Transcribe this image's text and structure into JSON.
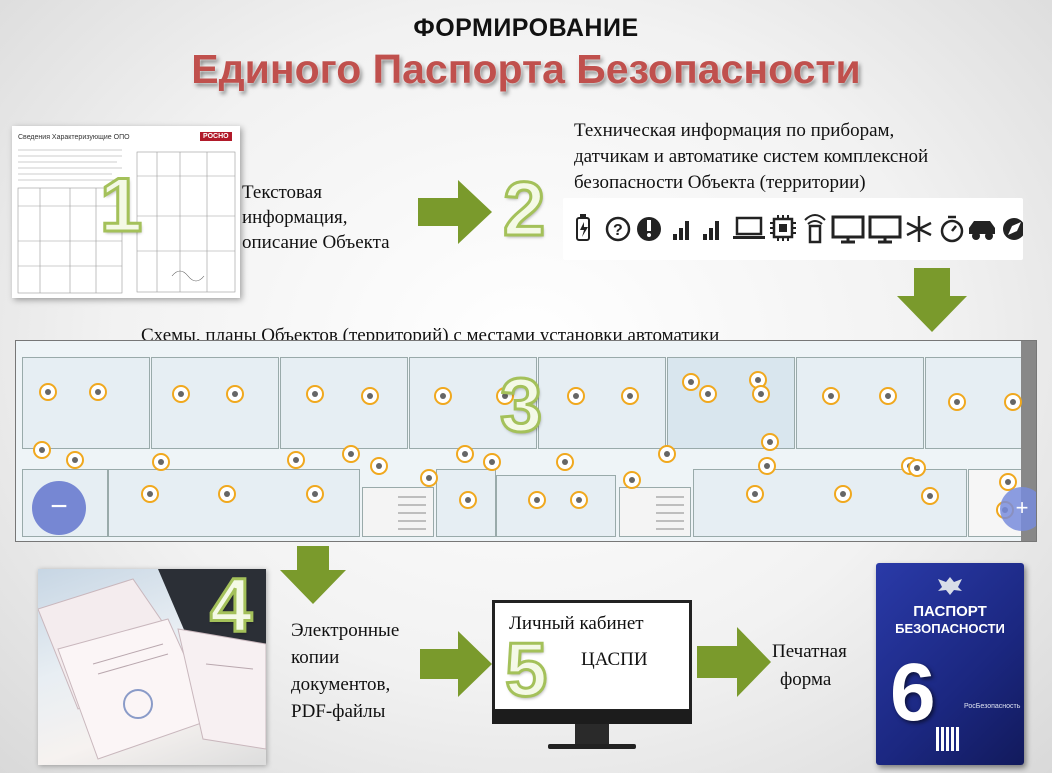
{
  "header": {
    "title_small": "ФОРМИРОВАНИЕ",
    "title_large": "Единого Паспорта Безопасности"
  },
  "steps": {
    "s1": {
      "number": "1",
      "text_line1": "Текстовая",
      "text_line2": "информация,",
      "text_line3": "описание Объекта"
    },
    "s2": {
      "number": "2",
      "text_line1": "Техническая информация по приборам,",
      "text_line2": "датчикам и автоматике систем комплексной",
      "text_line3": "безопасности Объекта (территории)"
    },
    "s3": {
      "number": "3",
      "text": "Схемы, планы Объектов (территорий) с местами установки автоматики"
    },
    "s4": {
      "number": "4",
      "text_line1": "Электронные",
      "text_line2": "копии",
      "text_line3": "документов,",
      "text_line4": "PDF-файлы"
    },
    "s5": {
      "number": "5",
      "text_line1": "Личный кабинет",
      "text_line2": "ЦАСПИ"
    },
    "s6": {
      "number": "6",
      "text_line1": "Печатная",
      "text_line2": "форма"
    }
  },
  "doc_thumb": {
    "heading": "Сведения Характеризующие ОПО",
    "logo": "РОСНО"
  },
  "book": {
    "title_line1": "ПАСПОРТ",
    "title_line2": "БЕЗОПАСНОСТИ",
    "publisher": "РосБезопасность"
  },
  "plan_controls": {
    "minus": "−",
    "plus": "+"
  },
  "icons": [
    "battery-icon",
    "help-icon",
    "alert-icon",
    "signal-icon",
    "signal-icon",
    "laptop-icon",
    "chip-icon",
    "wifi-icon",
    "monitor-icon",
    "monitor-icon",
    "snowflake-icon",
    "timer-icon",
    "car-icon",
    "compass-icon"
  ],
  "colors": {
    "title_red": "#c0504d",
    "arrow_green": "#7a9a2c",
    "number_outline": "#a4c15a",
    "sensor_ring": "#f0a81e",
    "book_blue": "#1b2780"
  }
}
